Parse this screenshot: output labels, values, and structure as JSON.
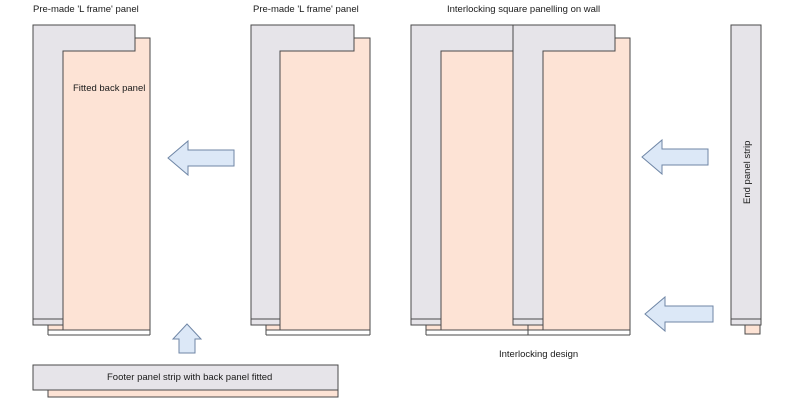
{
  "labels": {
    "panel_1_title": "Pre-made 'L frame' panel",
    "panel_2_title": "Pre-made 'L frame' panel",
    "panel_3_title": "Interlocking square panelling on wall",
    "fitted_back_panel": "Fitted back panel",
    "end_panel_strip": "End panel strip",
    "interlocking_design": "Interlocking design",
    "footer_strip": "Footer panel strip with back panel fitted"
  },
  "colors": {
    "frame_fill": "#e6e4e9",
    "back_panel_fill": "#fde3d5",
    "arrow_fill": "#dce8f7",
    "arrow_stroke": "#6f86a6",
    "outline": "#4a4a4a"
  },
  "arrows": [
    {
      "name": "arrow-left-1",
      "direction": "left"
    },
    {
      "name": "arrow-left-2",
      "direction": "left"
    },
    {
      "name": "arrow-left-3",
      "direction": "left"
    },
    {
      "name": "arrow-up",
      "direction": "up"
    }
  ]
}
